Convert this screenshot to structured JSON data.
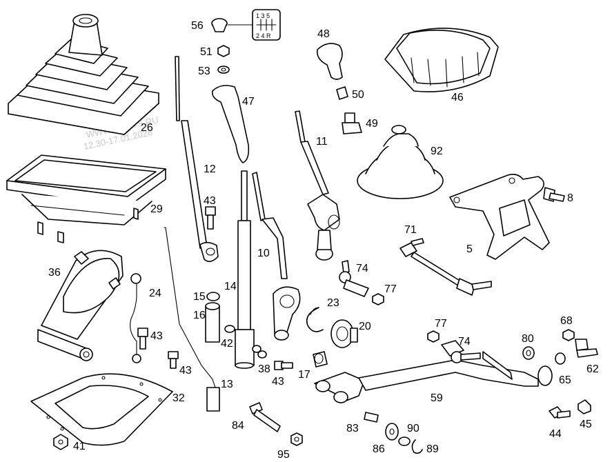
{
  "watermark": {
    "line1": "WWW.ILCATS.RU",
    "line2": "12.30-17.01.2026"
  },
  "shift_pattern": {
    "top": "1 3 5",
    "bottom": "2 4 R"
  },
  "callouts": [
    "56",
    "51",
    "53",
    "48",
    "50",
    "49",
    "46",
    "47",
    "11",
    "92",
    "8",
    "26",
    "12",
    "29",
    "43",
    "71",
    "5",
    "36",
    "10",
    "74",
    "77",
    "24",
    "14",
    "23",
    "43",
    "15",
    "16",
    "20",
    "42",
    "43",
    "38",
    "43",
    "17",
    "77",
    "74",
    "80",
    "68",
    "62",
    "65",
    "13",
    "32",
    "59",
    "84",
    "83",
    "90",
    "86",
    "89",
    "44",
    "45",
    "95",
    "41"
  ]
}
